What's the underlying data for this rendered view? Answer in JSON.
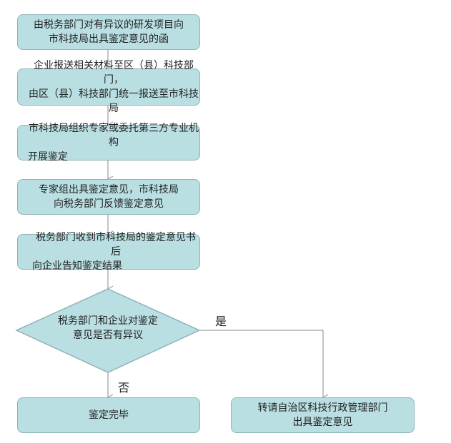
{
  "colors": {
    "fill": "#b9dfe2",
    "border": "#8fb3b6",
    "line": "#888888"
  },
  "steps": [
    {
      "line1": "由税务部门对有异议的研发项目向",
      "line2": "市科技局出具鉴定意见的函"
    },
    {
      "line1": "企业报送相关材料至区（县）科技部门，",
      "line2": "由区（县）科技部门统一报送至市科技局"
    },
    {
      "line1": "市科技局组织专家或委托第三方专业机构",
      "line2": "开展鉴定"
    },
    {
      "line1": "专家组出具鉴定意见，市科技局",
      "line2": "向税务部门反馈鉴定意见"
    },
    {
      "line1": "税务部门收到市科技局的鉴定意见书后",
      "line2": "向企业告知鉴定结果"
    }
  ],
  "decision": {
    "line1": "税务部门和企业对鉴定",
    "line2": "意见是否有异议",
    "yes_label": "是",
    "no_label": "否"
  },
  "end_no": {
    "line1": "鉴定完毕"
  },
  "end_yes": {
    "line1": "转请自治区科技行政管理部门",
    "line2": "出具鉴定意见"
  }
}
